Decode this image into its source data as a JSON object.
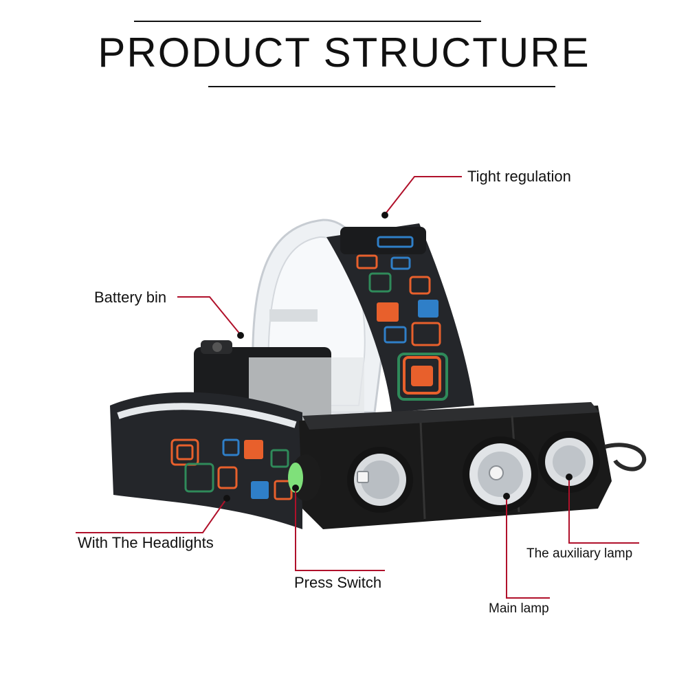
{
  "title": "PRODUCT STRUCTURE",
  "colors": {
    "leader": "#b0102a",
    "strap": "#24262a",
    "body": "#1a1a1a",
    "orange": "#e8602c",
    "green": "#2f8a5a",
    "blue": "#2f7fc8",
    "switch": "#7fe07a"
  },
  "labels": {
    "tight_regulation": "Tight regulation",
    "battery_bin": "Battery bin",
    "with_headlights": "With The Headlights",
    "press_switch": "Press Switch",
    "auxiliary_lamp": "The auxiliary lamp",
    "main_lamp": "Main lamp"
  }
}
